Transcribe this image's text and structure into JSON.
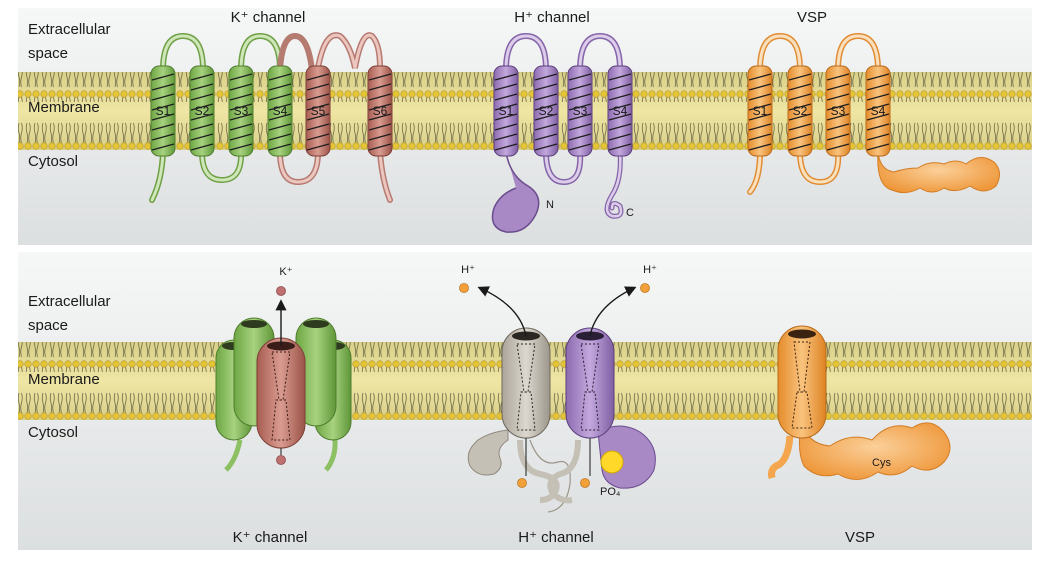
{
  "top_panel": {
    "regions": {
      "extracellular_line1": "Extracellular",
      "extracellular_line2": "space",
      "membrane": "Membrane",
      "cytosol": "Cytosol"
    },
    "titles": {
      "k_channel": "K⁺ channel",
      "h_channel": "H⁺ channel",
      "vsp": "VSP"
    },
    "k_segments": [
      "S1",
      "S2",
      "S3",
      "S4",
      "S5",
      "S6"
    ],
    "h_segments": [
      "S1",
      "S2",
      "S3",
      "S4"
    ],
    "vsp_segments": [
      "S1",
      "S2",
      "S3",
      "S4"
    ],
    "h_n_terminus": "N",
    "h_c_terminus": "C"
  },
  "bottom_panel": {
    "regions": {
      "extracellular_line1": "Extracellular",
      "extracellular_line2": "space",
      "membrane": "Membrane",
      "cytosol": "Cytosol"
    },
    "ions": {
      "k_ion": "K⁺",
      "h_ion_left": "H⁺",
      "h_ion_right": "H⁺"
    },
    "po4": "PO₄",
    "cys": "Cys",
    "captions": {
      "k_channel": "K⁺ channel",
      "h_channel": "H⁺ channel",
      "vsp": "VSP"
    }
  },
  "colors": {
    "k_green": "#8cc063",
    "k_red": "#c77a6e",
    "h_purple": "#a889c6",
    "h_gray": "#c5c0b6",
    "vsp_orange": "#f3a64d",
    "membrane_band": "#e9df95",
    "lipid_head": "#e7c63a",
    "ion_k": "#c07070",
    "ion_h": "#f2a03a",
    "po4_yellow": "#ffd82a"
  }
}
